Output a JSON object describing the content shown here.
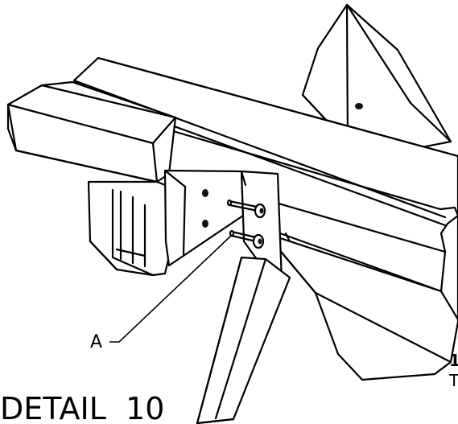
{
  "detail": {
    "title": "DETAIL  10",
    "callout_label": "A",
    "edge_text_line1": "1",
    "edge_text_line2": "T"
  },
  "colors": {
    "ink": "#000000",
    "paper": "#ffffff",
    "hole": "#111111"
  }
}
